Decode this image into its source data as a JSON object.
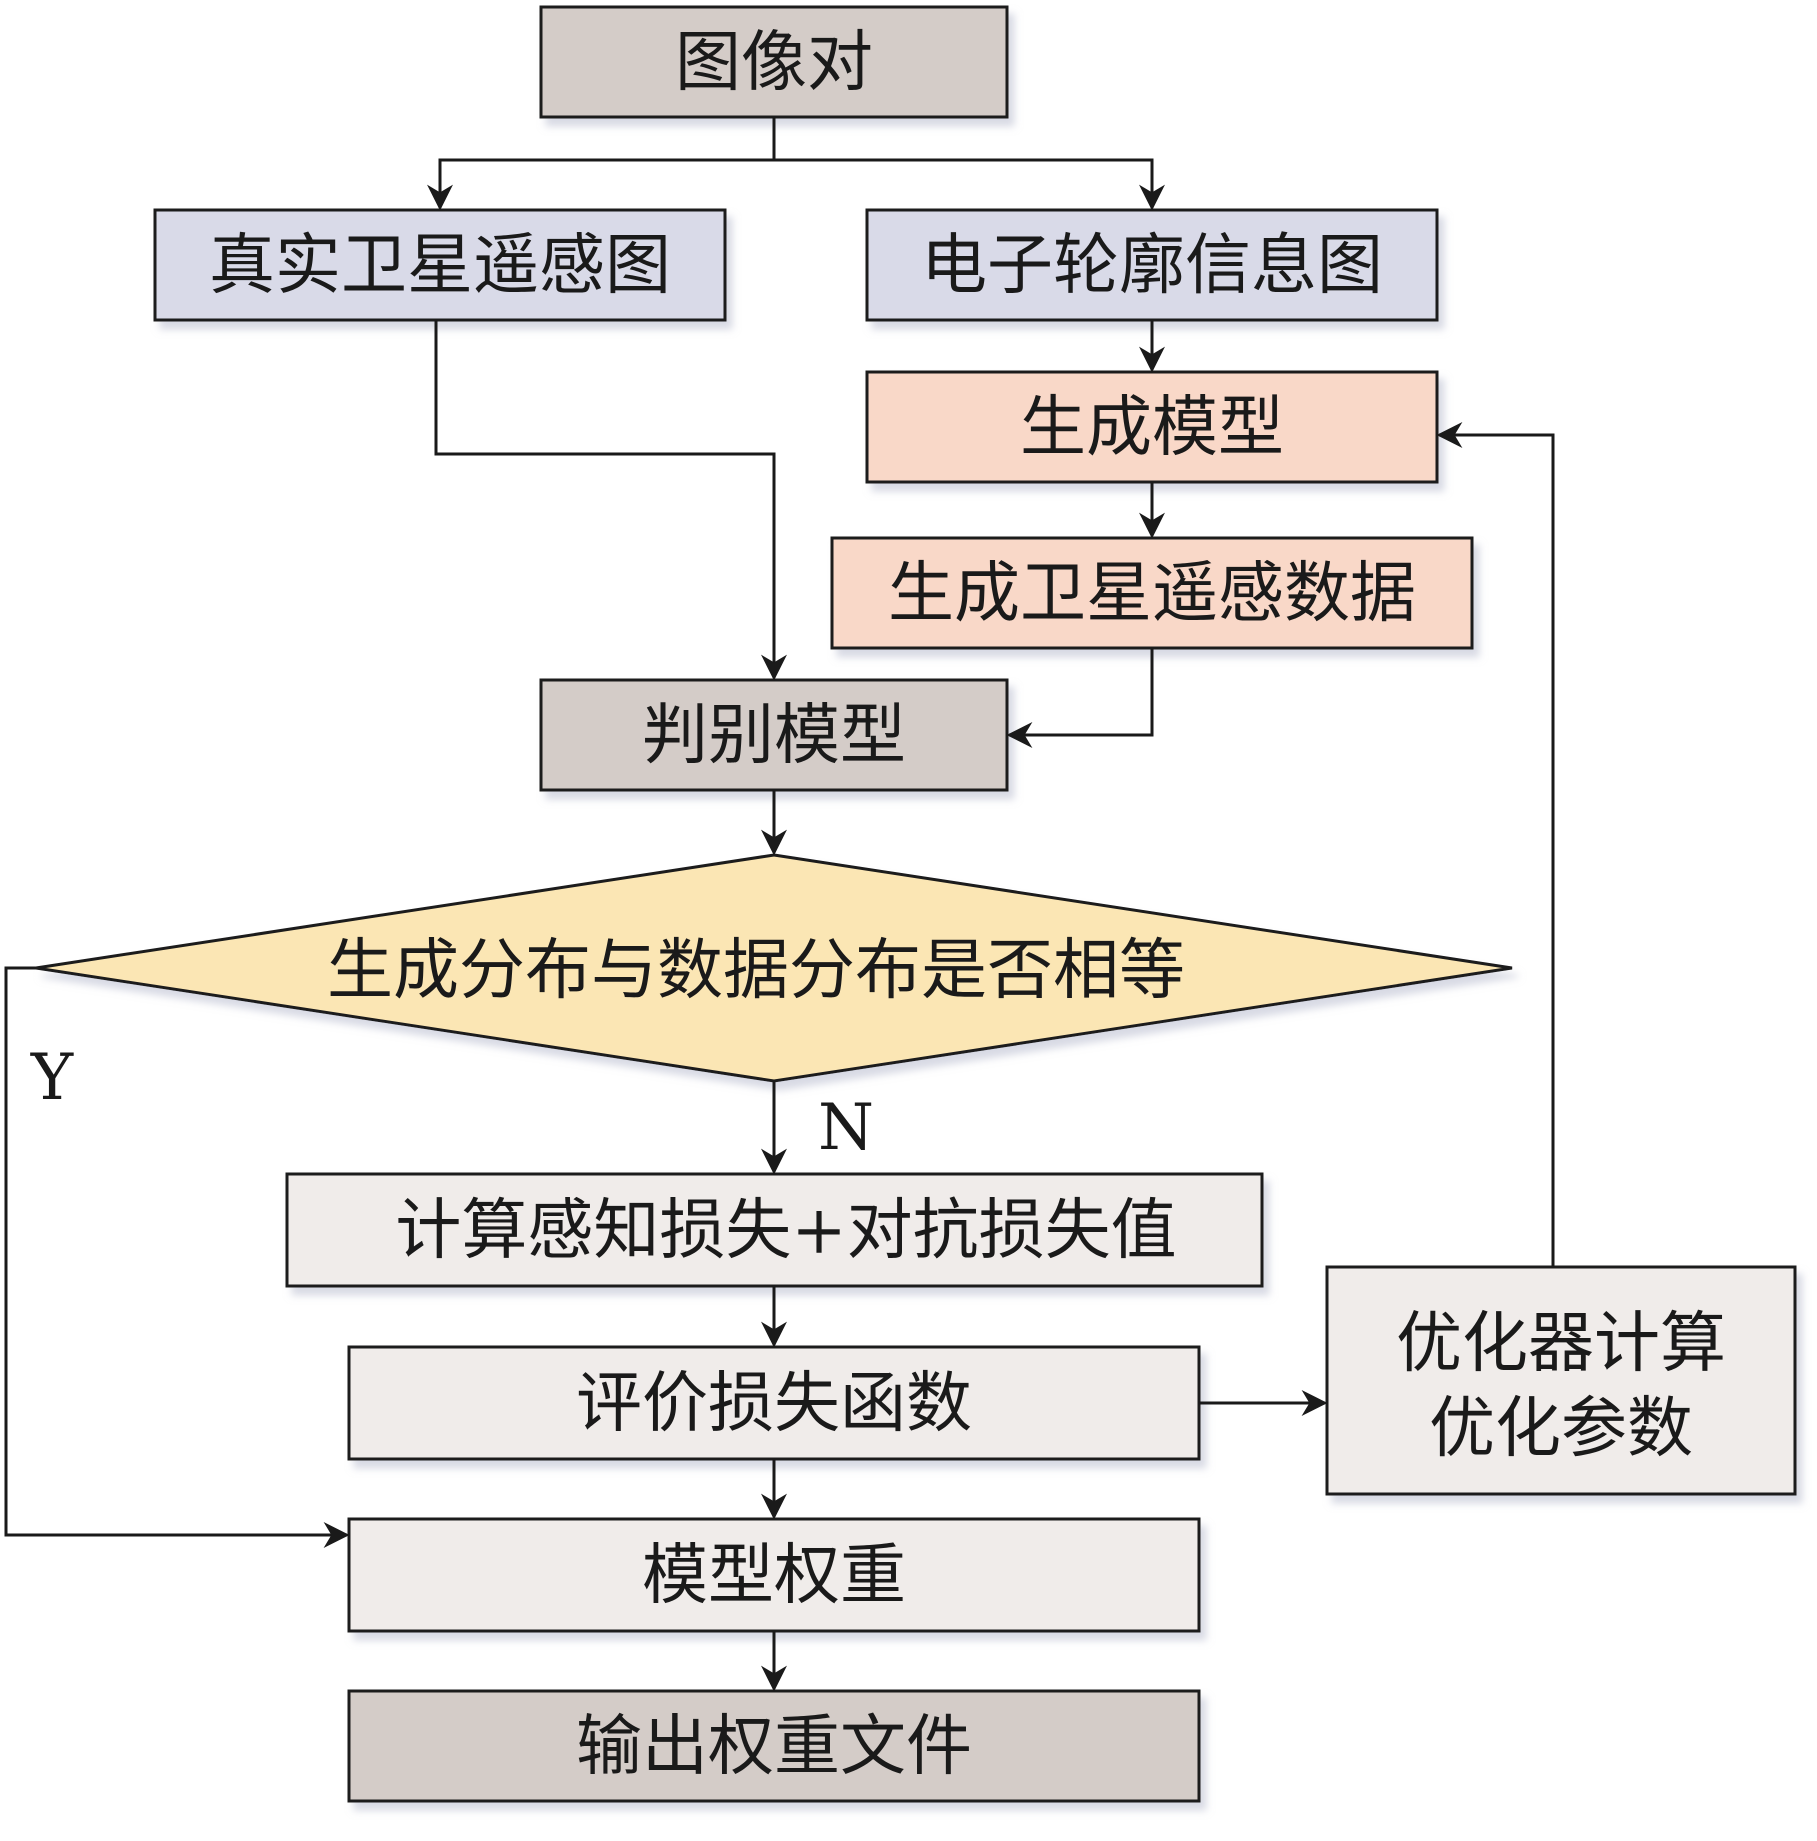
{
  "nodes": {
    "image_pair": "图像对",
    "real_satellite": "真实卫星遥感图",
    "electronic_contour": "电子轮廓信息图",
    "generator": "生成模型",
    "generated_data": "生成卫星遥感数据",
    "discriminator": "判别模型",
    "decision": "生成分布与数据分布是否相等",
    "compute_loss": "计算感知损失+对抗损失值",
    "evaluate_loss": "评价损失函数",
    "optimizer_line1": "优化器计算",
    "optimizer_line2": "优化参数",
    "model_weights": "模型权重",
    "output_weights": "输出权重文件"
  },
  "branch_labels": {
    "yes": "Y",
    "no": "N"
  },
  "colors": {
    "gray_box": "#d4ccc8",
    "lavender_box": "#d9dae8",
    "peach_box": "#f9d8c8",
    "diamond": "#fbe6b4",
    "light_box": "#f0ecea",
    "stroke": "#1a1a1a"
  }
}
